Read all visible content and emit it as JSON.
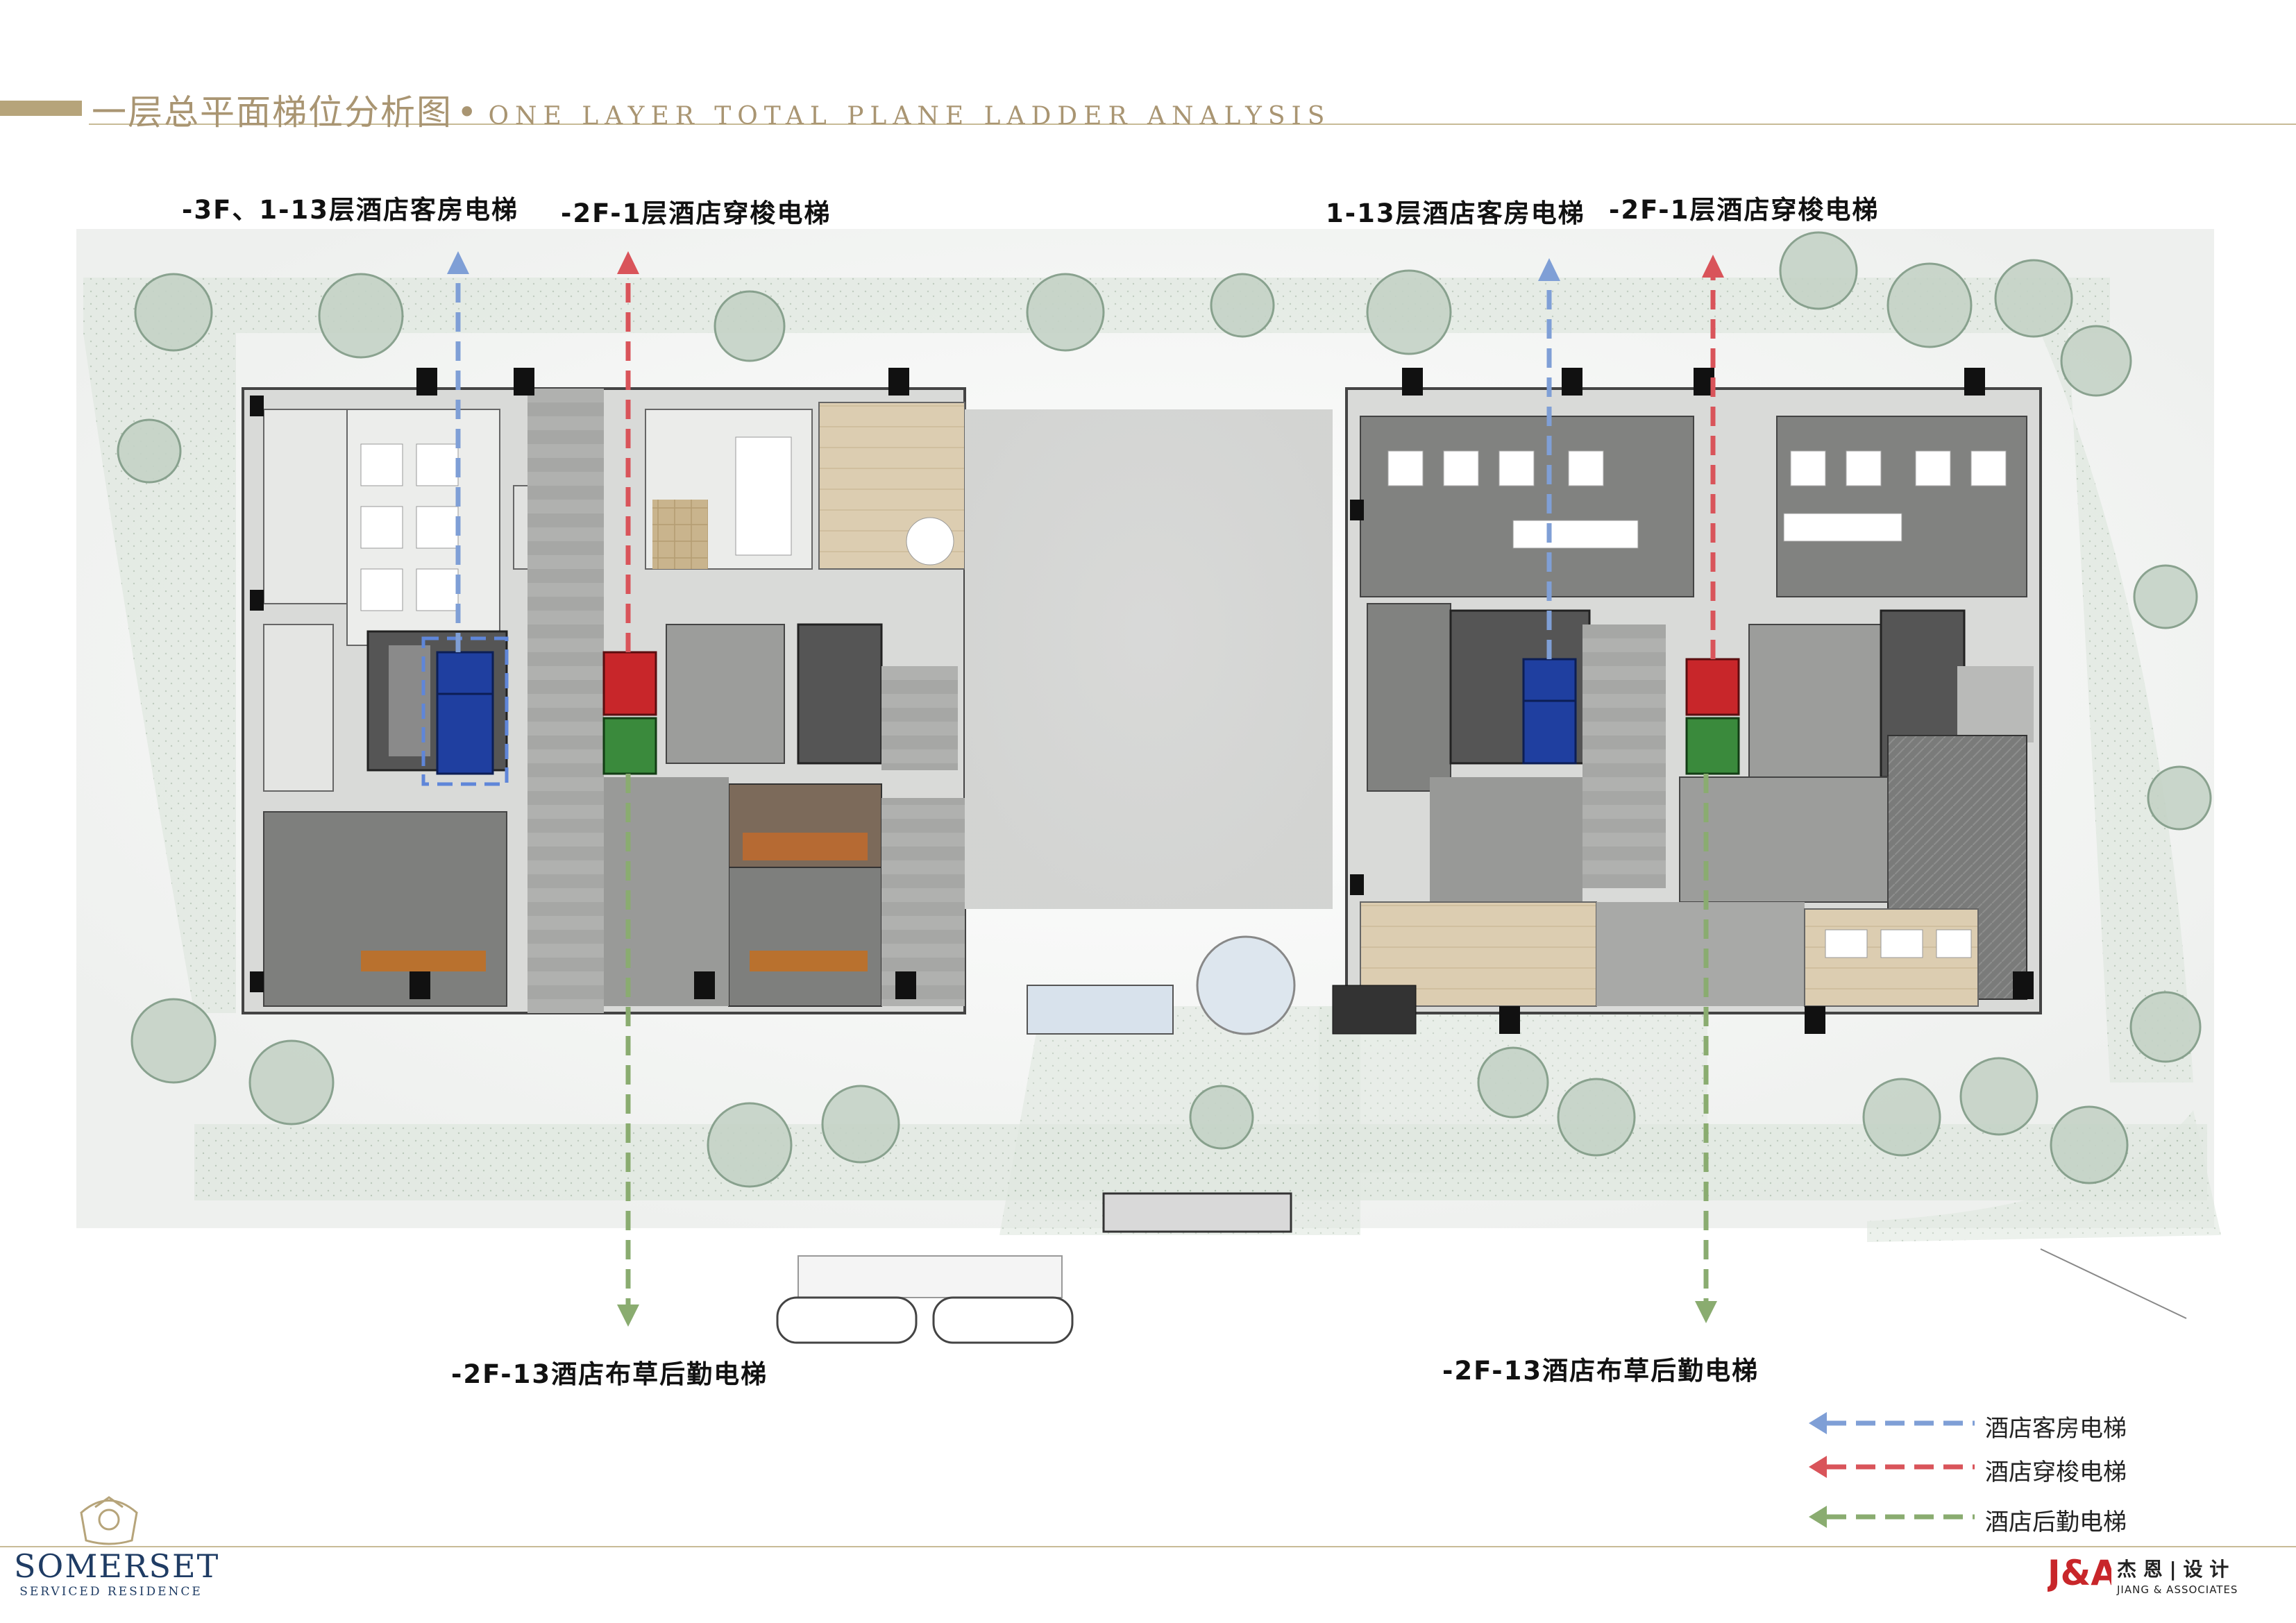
{
  "header": {
    "title_cn": "一层总平面梯位分析图",
    "separator": "•",
    "title_en": "ONE LAYER TOTAL PLANE LADDER ANALYSIS"
  },
  "labels": {
    "left_guest": "-3F、1-13层酒店客房电梯",
    "left_shuttle": "-2F-1层酒店穿梭电梯",
    "right_guest": "1-13层酒店客房电梯",
    "right_shuttle": "-2F-1层酒店穿梭电梯",
    "left_service": "-2F-13酒店布草后勤电梯",
    "right_service": "-2F-13酒店布草后勤电梯"
  },
  "legend": [
    {
      "text": "酒店客房电梯",
      "color": "#7f9fd6"
    },
    {
      "text": "酒店穿梭电梯",
      "color": "#d9545a"
    },
    {
      "text": "酒店后勤电梯",
      "color": "#8aac70"
    }
  ],
  "colors": {
    "guest_elevator": "#1f3fa0",
    "shuttle_elevator": "#c8262a",
    "service_elevator": "#3a8a3c",
    "brand_gold": "#b6a47a",
    "brand_navy": "#1f3c64"
  },
  "footer": {
    "brand_name": "SOMERSET",
    "brand_sub": "SERVICED RESIDENCE",
    "firm_logo": "J&A",
    "firm_cn": "杰 恩 | 设 计",
    "firm_en": "JIANG & ASSOCIATES"
  }
}
